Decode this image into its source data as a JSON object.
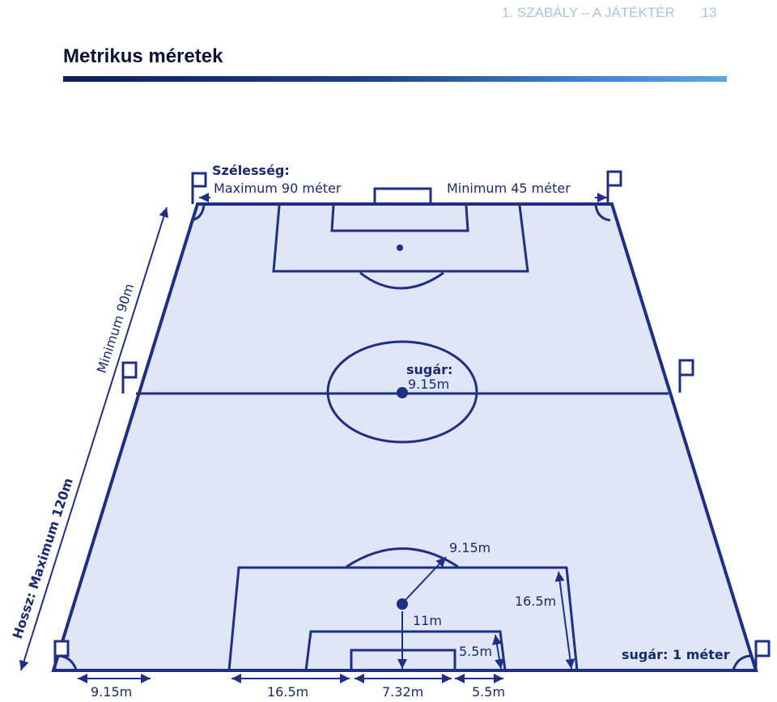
{
  "header": {
    "chapter": "1. SZABÁLY – A JÁTÉKTÉR",
    "page_number": "13"
  },
  "title": "Metrikus méretek",
  "colors": {
    "line": "#1f2f86",
    "field_fill": "#dfe6f5",
    "header_text": "#a9c4df",
    "title_text": "#0a1238"
  },
  "diagram": {
    "width_heading": "Szélesség:",
    "width_max": "Maximum 90 méter",
    "width_min": "Minimum 45 méter",
    "length_label": "Hossz: Maximum 120m",
    "length_min": "Minimum 90m",
    "center_radius_label": "sugár:",
    "center_radius_value": "9.15m",
    "arc_radius": "9.15m",
    "penalty_area_depth": "16.5m",
    "penalty_spot_distance": "11m",
    "goal_area_depth": "5.5m",
    "corner_radius": "sugár: 1 méter",
    "bottom_corner_dist": "9.15m",
    "bottom_penalty_width": "16.5m",
    "bottom_goal_width": "7.32m",
    "bottom_goal_area_width": "5.5m"
  }
}
